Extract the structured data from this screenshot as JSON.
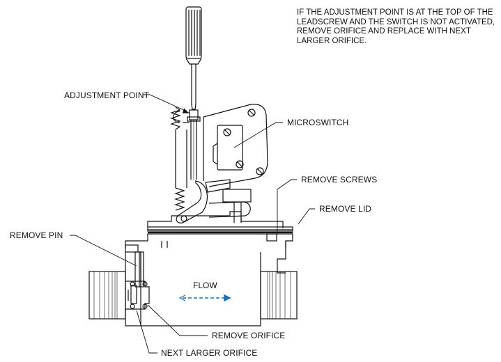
{
  "note": "IF THE ADJUSTMENT POINT IS AT THE TOP OF THE LEADSCREW AND THE SWITCH IS NOT ACTIVATED, REMOVE ORIFICE AND REPLACE WITH NEXT LARGER ORIFICE.",
  "labels": {
    "adjustment_point": "ADJUSTMENT POINT",
    "microswitch": "MICROSWITCH",
    "remove_screws": "REMOVE SCREWS",
    "remove_lid": "REMOVE LID",
    "remove_pin": "REMOVE PIN",
    "flow": "FLOW",
    "remove_orifice": "REMOVE ORIFICE",
    "next_larger_orifice": "NEXT LARGER ORIFICE"
  },
  "colors": {
    "line": "#111111",
    "flow_arrow": "#1f6fb5"
  }
}
